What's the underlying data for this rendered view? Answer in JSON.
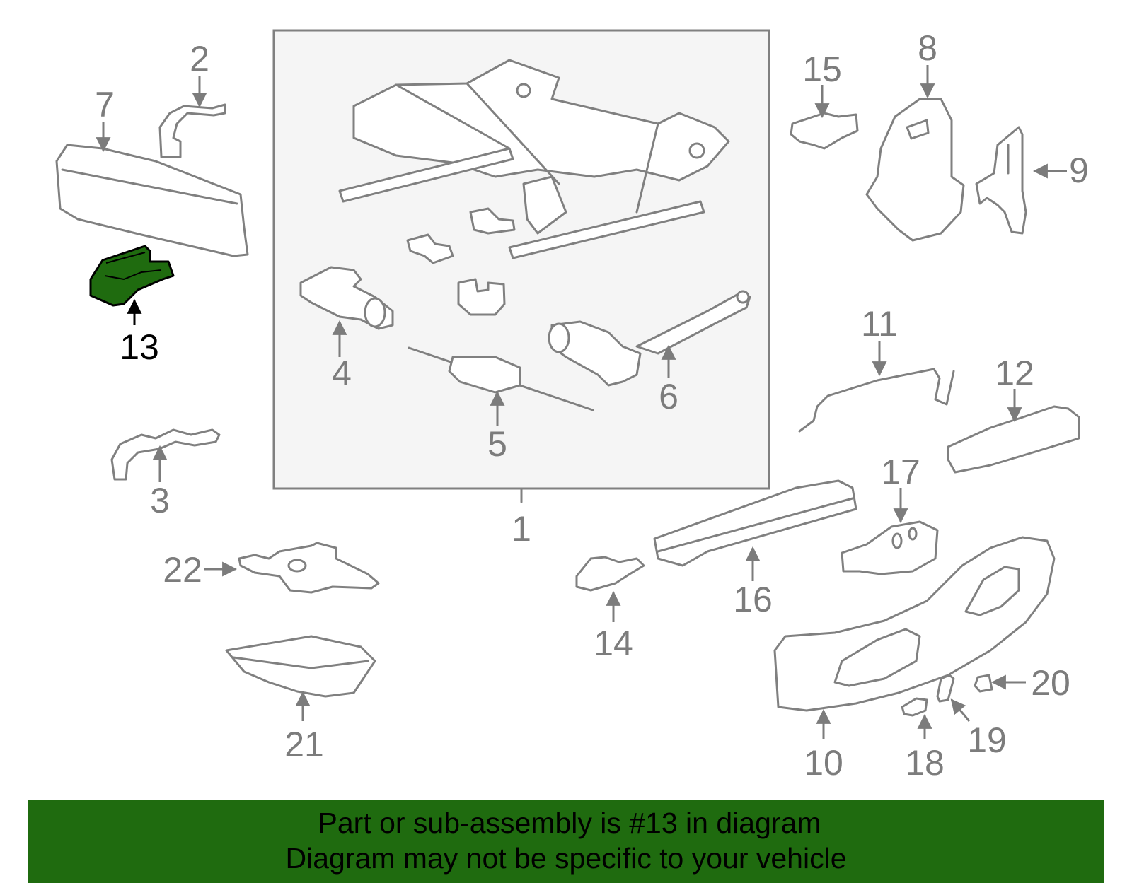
{
  "colors": {
    "highlight": "#1f6b0f",
    "line_art": "#808080",
    "label_gray": "#7c7c7c",
    "label_highlight": "#000000",
    "box_fill": "#f5f5f5"
  },
  "diagram": {
    "highlighted_part": "13",
    "labels": [
      "1",
      "2",
      "3",
      "4",
      "5",
      "6",
      "7",
      "8",
      "9",
      "10",
      "11",
      "12",
      "13",
      "14",
      "15",
      "16",
      "17",
      "18",
      "19",
      "20",
      "21",
      "22"
    ]
  },
  "banner": {
    "line1": "Part or sub-assembly is #13 in diagram",
    "line2": "Diagram may not be specific to your vehicle"
  }
}
